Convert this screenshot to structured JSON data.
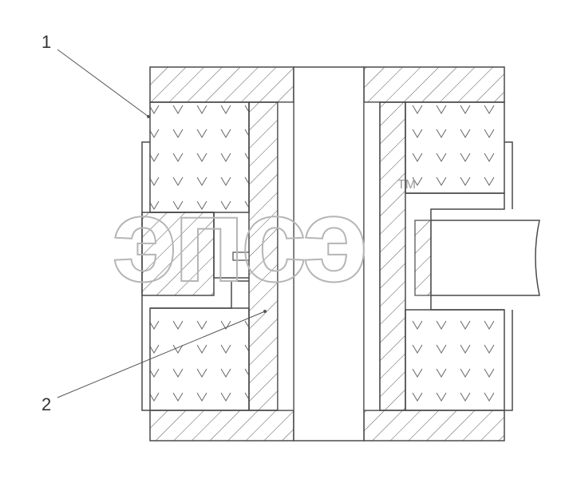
{
  "callouts": [
    {
      "label": "1"
    },
    {
      "label": "2"
    }
  ],
  "watermark": {
    "text": "эпсэ",
    "trademark": "TM"
  },
  "colors": {
    "line": "#4a4a4a",
    "hatch": "#555555",
    "watermark": "#b5b5b5"
  }
}
